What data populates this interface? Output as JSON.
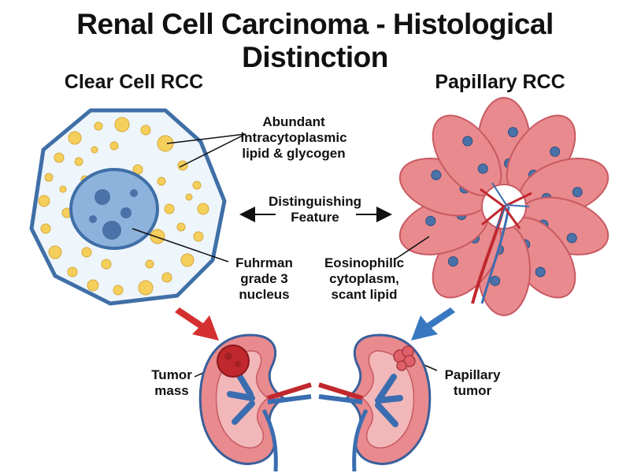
{
  "title": "Renal Cell Carcinoma - Histological Distinction",
  "left": {
    "heading": "Clear Cell RCC",
    "label_top": [
      "Abundant",
      "intracytoplasmic",
      "lipid & glycogen"
    ],
    "label_nucleus": [
      "Fuhrman",
      "grade 3",
      "nucleus"
    ],
    "label_kidney": [
      "Tumor",
      "mass"
    ]
  },
  "center": {
    "label": [
      "Distinguishing",
      "Feature"
    ]
  },
  "right": {
    "heading": "Papillary RCC",
    "label_cytoplasm": [
      "Eosinophilic",
      "cytoplasm,",
      "scant lipid"
    ],
    "label_kidney": [
      "Papillary",
      "tumor"
    ]
  },
  "colors": {
    "clear_cell_border": "#3f6fa6",
    "clear_cell_fill": "#eef5fb",
    "lipid": "#f5cf5c",
    "nucleus": "#7fa6d4",
    "papillary": "#e88a8e",
    "papillary_border": "#c85a62",
    "vessel_red": "#c0282e",
    "vessel_blue": "#3a6db0",
    "arrow_red": "#d53030",
    "arrow_blue": "#3878c0"
  }
}
